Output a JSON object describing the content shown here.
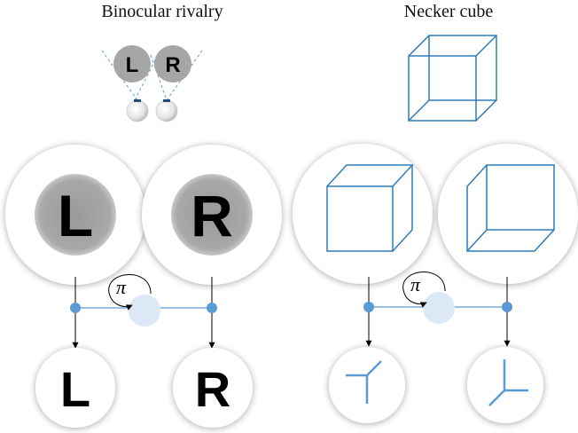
{
  "panels": {
    "binocular": {
      "title": "Binocular rivalry",
      "left_label": "L",
      "right_label": "R"
    },
    "necker": {
      "title": "Necker cube"
    }
  },
  "operator_symbol": "π",
  "colors": {
    "node": "#5b9bd5",
    "operator": "#dce8f5",
    "cube_stroke": "#2f7bb5",
    "disc_gray": "#a6a6a6"
  }
}
